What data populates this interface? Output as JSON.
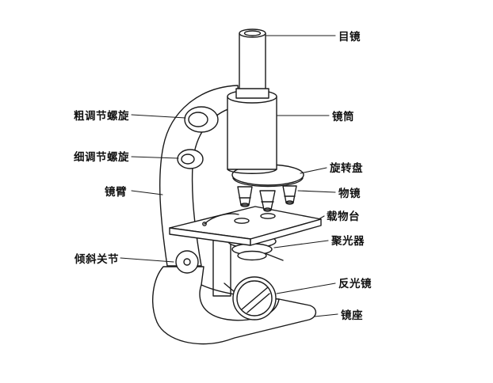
{
  "diagram": {
    "background_color": "#ffffff",
    "line_color": "#1a1a1a",
    "parts": {
      "coarse_adjustment": "粗调节螺旋",
      "fine_adjustment": "细调节螺旋",
      "arm": "镜臂",
      "inclination_joint": "倾斜关节",
      "eyepiece": "目镜",
      "body_tube": "镜筒",
      "revolving_nosepiece": "旋转盘",
      "objective": "物镜",
      "stage": "载物台",
      "condenser": "聚光器",
      "mirror": "反光镜",
      "base": "镜座"
    }
  }
}
